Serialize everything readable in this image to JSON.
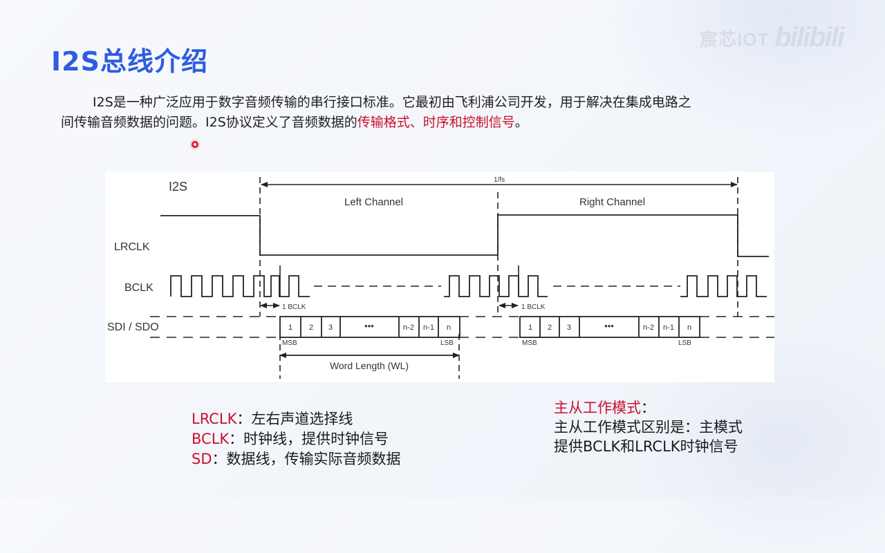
{
  "watermark": {
    "text": "宸芯IOT",
    "logo": "bilibili"
  },
  "slide": {
    "title": "I2S总线介绍",
    "intro": {
      "line1": "I2S是一种广泛应用于数字音频传输的串行接口标准。它最初由飞利浦公司开发，用于解决在集成电路之",
      "line2_prefix": "间传输音频数据的问题。I2S协议定义了音频数据的",
      "line2_highlight": "传输格式、时序和控制信号",
      "line2_suffix": "。"
    }
  },
  "diagram": {
    "title": "I2S",
    "period_label": "1/fs",
    "left_channel": "Left Channel",
    "right_channel": "Right Channel",
    "signals": {
      "lrclk": "LRCLK",
      "bclk": "BCLK",
      "sd": "SDI / SDO"
    },
    "delay_label": "1 BCLK",
    "bits": [
      "1",
      "2",
      "3",
      "•••",
      "n-2",
      "n-1",
      "n"
    ],
    "msb": "MSB",
    "lsb": "LSB",
    "word_length": "Word Length (WL)"
  },
  "legend": {
    "items": [
      {
        "key": "LRCLK",
        "desc": "：左右声道选择线"
      },
      {
        "key": "BCLK",
        "desc": "：时钟线，提供时钟信号"
      },
      {
        "key": "SD",
        "desc": "：数据线，传输实际音频数据"
      }
    ]
  },
  "master_slave": {
    "heading": "主从工作模式",
    "heading_colon": "：",
    "line1": "主从工作模式区别是：主模式",
    "line2": "提供BCLK和LRCLK时钟信号"
  },
  "colors": {
    "title_blue": "#2f5ce0",
    "highlight_red": "#c8102e"
  }
}
